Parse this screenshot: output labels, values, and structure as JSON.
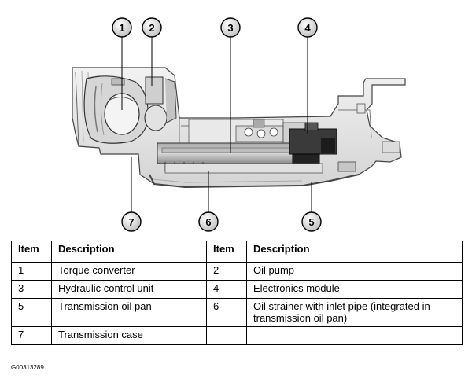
{
  "callouts": [
    "1",
    "2",
    "3",
    "4",
    "5",
    "6",
    "7"
  ],
  "table": {
    "headers": [
      "Item",
      "Description",
      "Item",
      "Description"
    ],
    "rows": [
      [
        "1",
        "Torque converter",
        "2",
        "Oil pump"
      ],
      [
        "3",
        "Hydraulic control unit",
        "4",
        "Electronics module"
      ],
      [
        "5",
        "Transmission oil pan",
        "6",
        "Oil strainer with inlet pipe (integrated in transmission oil pan)"
      ],
      [
        "7",
        "Transmission case",
        "",
        ""
      ]
    ]
  },
  "doc_code": "G00313289"
}
